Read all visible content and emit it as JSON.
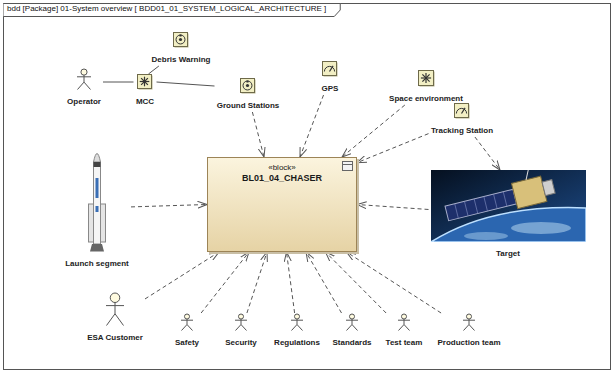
{
  "diagram": {
    "title": "bdd [Package] 01-System overview [ BDD01_01_SYSTEM_LOGICAL_ARCHITECTURE ]",
    "nodes": [
      {
        "text": [
          "Debris Warning"
        ]
      },
      {
        "text": [
          "Operator"
        ]
      },
      {
        "text": [
          "MCC"
        ]
      },
      {
        "text": [
          "Ground Stations"
        ]
      },
      {
        "text": [
          "GPS"
        ]
      },
      {
        "text": [
          "Space environment"
        ]
      },
      {
        "text": [
          "Tracking Station"
        ]
      },
      {
        "text": [
          "«block»",
          "BL01_04_CHASER"
        ]
      },
      {
        "text": [
          "Launch segment"
        ]
      },
      {
        "text": [
          "Target"
        ]
      },
      {
        "text": [
          "ESA Customer"
        ]
      },
      {
        "text": [
          "Safety"
        ]
      },
      {
        "text": [
          "Security"
        ]
      },
      {
        "text": [
          "Regulations"
        ]
      },
      {
        "text": [
          "Standards"
        ]
      },
      {
        "text": [
          "Test team"
        ]
      },
      {
        "text": [
          "Production team"
        ]
      }
    ],
    "edges": [
      {
        "from": 0,
        "to": 2,
        "arrow": "none"
      },
      {
        "from": 1,
        "to": 2,
        "arrow": "none"
      },
      {
        "from": 2,
        "to": 3,
        "arrow": "none"
      },
      {
        "from": 3,
        "to": 7,
        "arrow": "to"
      },
      {
        "from": 4,
        "to": 7,
        "arrow": "to"
      },
      {
        "from": 5,
        "to": 7,
        "arrow": "to"
      },
      {
        "from": 6,
        "to": 7,
        "arrow": "to"
      },
      {
        "from": 6,
        "to": 9,
        "arrow": "to"
      },
      {
        "from": 8,
        "to": 7,
        "arrow": "to"
      },
      {
        "from": 9,
        "to": 7,
        "arrow": "to"
      },
      {
        "from": 10,
        "to": 7,
        "arrow": "to"
      },
      {
        "from": 11,
        "to": 7,
        "arrow": "to"
      },
      {
        "from": 12,
        "to": 7,
        "arrow": "to"
      },
      {
        "from": 13,
        "to": 7,
        "arrow": "to"
      },
      {
        "from": 14,
        "to": 7,
        "arrow": "to"
      },
      {
        "from": 15,
        "to": 7,
        "arrow": "to"
      },
      {
        "from": 16,
        "to": 7,
        "arrow": "to"
      }
    ]
  }
}
